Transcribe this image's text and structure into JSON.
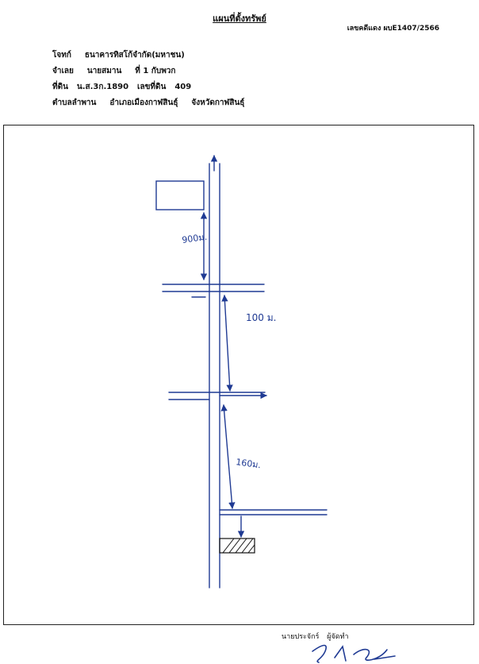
{
  "header": {
    "title": "แผนที่ตั้งทรัพย์",
    "case_number": "เลขคดีแดง ผบE1407/2566"
  },
  "parties": {
    "plaintiff_label": "โจทก์",
    "plaintiff": "ธนาคารทิสโก้จำกัด(มหาชน)",
    "defendant_label": "จำเลย",
    "defendant": "นายสมาน",
    "defendant_note": "ที่ 1 กับพวก"
  },
  "land": {
    "deed_label": "ที่ดิน",
    "deed_no": "น.ส.3ก.1890",
    "parcel_label": "เลขที่ดิน",
    "parcel_no": "409"
  },
  "location": {
    "subdistrict": "ตำบลลำพาน",
    "district": "อำเภอเมืองกาฬสินธุ์",
    "province": "จังหวัดกาฬสินธุ์"
  },
  "map": {
    "distance_top": "900ม.",
    "distance_mid": "100 ม.",
    "distance_bottom": "160ม."
  },
  "footer": {
    "preparer_prefix": "นายประจักร์",
    "preparer_role": "ผู้จัดทำ"
  }
}
